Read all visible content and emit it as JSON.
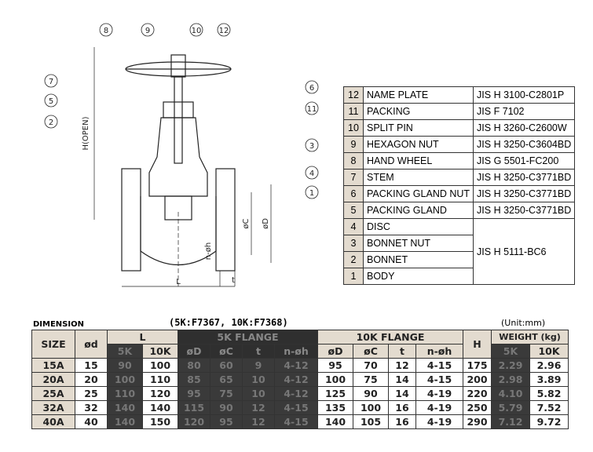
{
  "drawing": {
    "callouts": [
      "8",
      "9",
      "10",
      "12",
      "7",
      "5",
      "2",
      "6",
      "11",
      "3",
      "4",
      "1"
    ],
    "dim_h": "H(OPEN)",
    "dim_l": "L",
    "dim_t": "t",
    "dim_nh": "n-øh",
    "dim_c": "øC",
    "dim_d": "øD"
  },
  "parts": [
    {
      "no": "12",
      "name": "NAME PLATE",
      "spec": "JIS H 3100-C2801P"
    },
    {
      "no": "11",
      "name": "PACKING",
      "spec": "JIS F 7102"
    },
    {
      "no": "10",
      "name": "SPLIT PIN",
      "spec": "JIS H 3260-C2600W"
    },
    {
      "no": "9",
      "name": "HEXAGON NUT",
      "spec": "JIS H 3250-C3604BD"
    },
    {
      "no": "8",
      "name": "HAND WHEEL",
      "spec": "JIS G 5501-FC200"
    },
    {
      "no": "7",
      "name": "STEM",
      "spec": "JIS H 3250-C3771BD"
    },
    {
      "no": "6",
      "name": "PACKING GLAND NUT",
      "spec": "JIS H 3250-C3771BD"
    },
    {
      "no": "5",
      "name": "PACKING GLAND",
      "spec": "JIS H 3250-C3771BD"
    },
    {
      "no": "4",
      "name": "DISC",
      "spec": "JIS H 5111-BC6"
    },
    {
      "no": "3",
      "name": "BONNET NUT",
      "spec": ""
    },
    {
      "no": "2",
      "name": "BONNET",
      "spec": ""
    },
    {
      "no": "1",
      "name": "BODY",
      "spec": ""
    }
  ],
  "dimension": {
    "label": "DIMENSION",
    "standard": "(5K:F7367, 10K:F7368)",
    "unit": "(Unit:mm)",
    "headers": {
      "size": "SIZE",
      "d": "ød",
      "l": "L",
      "flange5k": "5K FLANGE",
      "flange10k": "10K FLANGE",
      "h": "H",
      "weight": "WEIGHT (kg)",
      "l5k": "5K",
      "l10k": "10K",
      "f5": [
        "øD",
        "øC",
        "t",
        "n-øh"
      ],
      "f10": [
        "øD",
        "øC",
        "t",
        "n-øh"
      ],
      "w5k": "5K",
      "w10k": "10K"
    },
    "rows": [
      [
        "15A",
        "15",
        "90",
        "100",
        "80",
        "60",
        "9",
        "4-12",
        "95",
        "70",
        "12",
        "4-15",
        "175",
        "2.29",
        "2.96"
      ],
      [
        "20A",
        "20",
        "100",
        "110",
        "85",
        "65",
        "10",
        "4-12",
        "100",
        "75",
        "14",
        "4-15",
        "200",
        "2.98",
        "3.89"
      ],
      [
        "25A",
        "25",
        "110",
        "120",
        "95",
        "75",
        "10",
        "4-12",
        "125",
        "90",
        "14",
        "4-19",
        "220",
        "4.10",
        "5.82"
      ],
      [
        "32A",
        "32",
        "140",
        "140",
        "115",
        "90",
        "12",
        "4-15",
        "135",
        "100",
        "16",
        "4-19",
        "250",
        "5.79",
        "7.52"
      ],
      [
        "40A",
        "40",
        "140",
        "150",
        "120",
        "95",
        "12",
        "4-15",
        "140",
        "105",
        "16",
        "4-19",
        "290",
        "7.12",
        "9.72"
      ]
    ]
  }
}
